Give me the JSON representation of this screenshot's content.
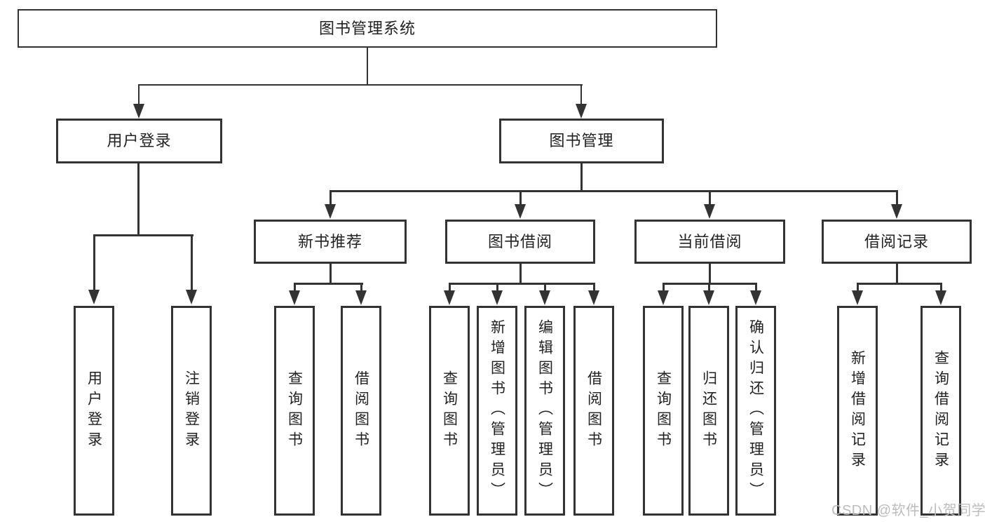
{
  "diagram_type": "hierarchy-function-structure",
  "colors": {
    "background": "#ffffff",
    "line": "#333333",
    "text": "#222222",
    "watermark": "#bcbcbc"
  },
  "tree": {
    "root": {
      "label": "图书管理系统",
      "children": [
        {
          "label": "用户登录",
          "children": [
            {
              "label": "用户登录"
            },
            {
              "label": "注销登录"
            }
          ]
        },
        {
          "label": "图书管理",
          "children": [
            {
              "label": "新书推荐",
              "children": [
                {
                  "label": "查询图书"
                },
                {
                  "label": "借阅图书"
                }
              ]
            },
            {
              "label": "图书借阅",
              "children": [
                {
                  "label": "查询图书"
                },
                {
                  "label": "新增图书（管理员）"
                },
                {
                  "label": "编辑图书（管理员）"
                },
                {
                  "label": "借阅图书"
                }
              ]
            },
            {
              "label": "当前借阅",
              "children": [
                {
                  "label": "查询图书"
                },
                {
                  "label": "归还图书"
                },
                {
                  "label": "确认归还（管理员）"
                }
              ]
            },
            {
              "label": "借阅记录",
              "children": [
                {
                  "label": "新增借阅记录"
                },
                {
                  "label": "查询借阅记录"
                }
              ]
            }
          ]
        }
      ]
    }
  },
  "watermark": {
    "text": "CSDN @软件_小贺同学"
  }
}
